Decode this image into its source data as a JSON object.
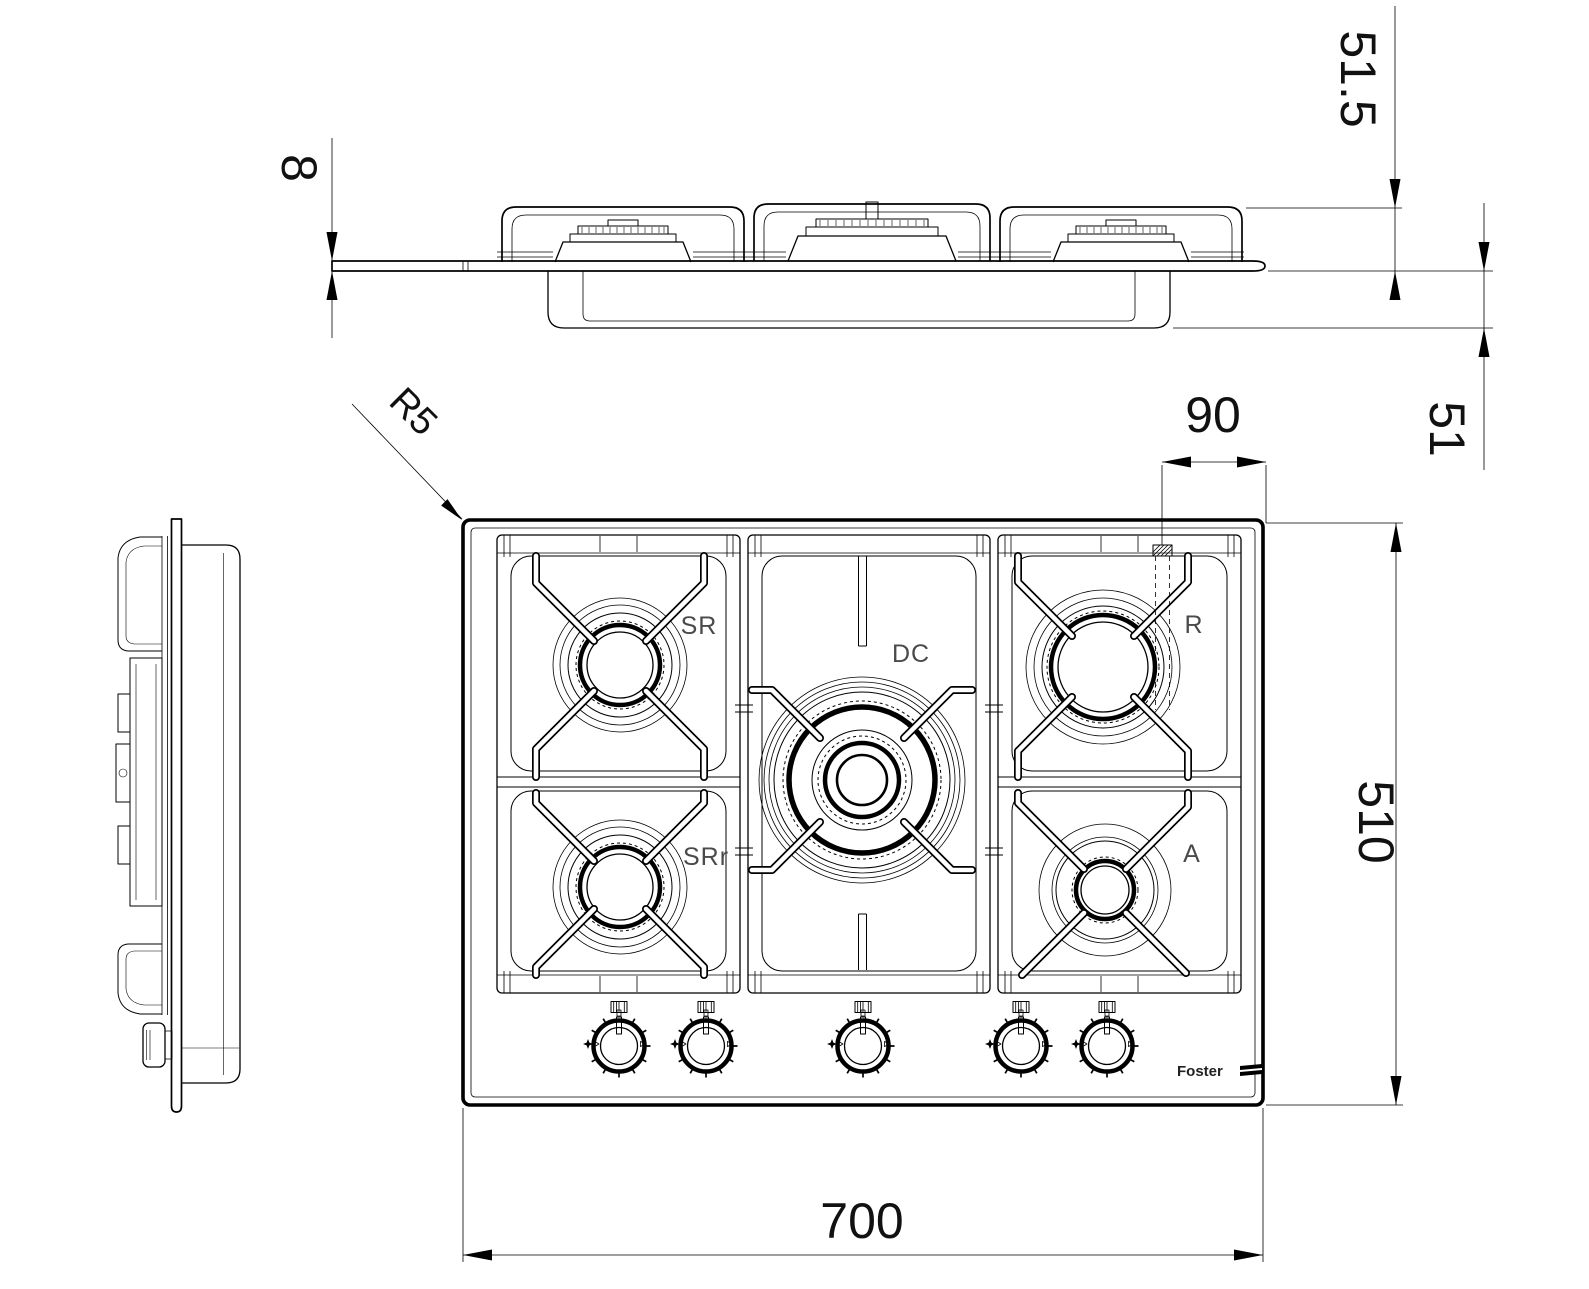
{
  "drawing": {
    "type": "technical-dimension-drawing",
    "product": "5-burner built-in gas hob",
    "brand_logo": "Foster",
    "burners": {
      "left_top": "SR",
      "left_bottom": "SRr",
      "center": "DC",
      "right_top": "R",
      "right_bottom": "A"
    },
    "dimensions": {
      "glass_thickness": "8",
      "overall_height": "51.5",
      "built_in_depth": "51",
      "burner_edge_offset": "90",
      "corner_radius": "R5",
      "hob_depth": "510",
      "hob_width": "700"
    },
    "line_color": "#000000",
    "background_color": "#ffffff"
  }
}
